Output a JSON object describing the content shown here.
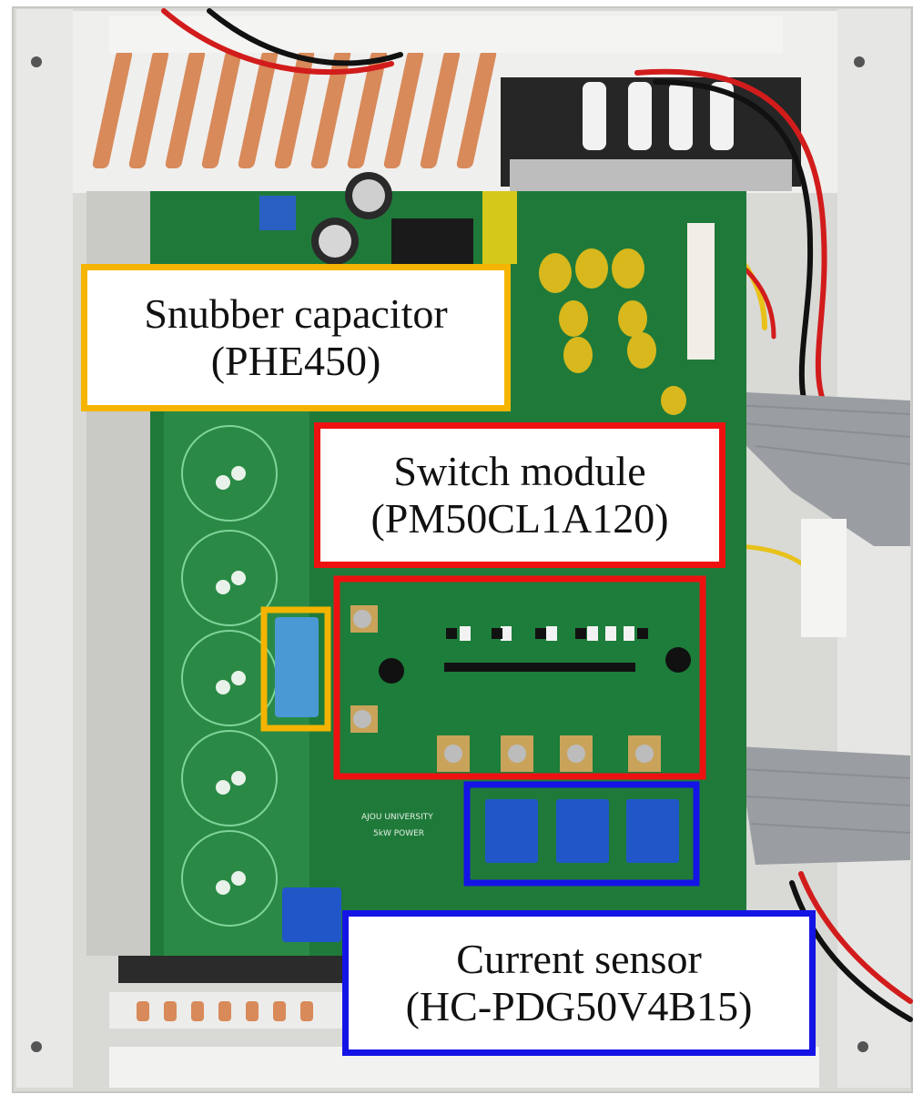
{
  "callouts": {
    "snubber": {
      "name": "Snubber capacitor",
      "part": "(PHE450)",
      "color": "#f5b400"
    },
    "switch": {
      "name": "Switch module",
      "part": "(PM50CL1A120)",
      "color": "#ee1111"
    },
    "current": {
      "name": "Current sensor",
      "part": "(HC-PDG50V4B15)",
      "color": "#1414e6"
    }
  },
  "board_silkscreen": [
    "AJOU UNIVERSITY",
    "5kW POWER"
  ]
}
